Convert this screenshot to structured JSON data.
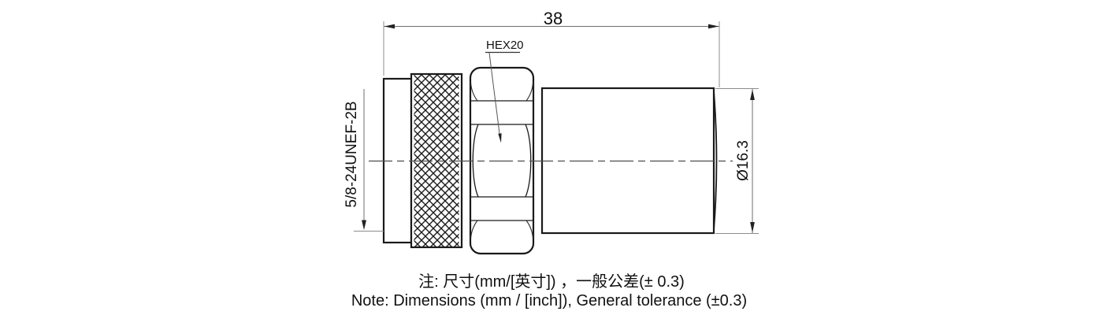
{
  "drawing": {
    "kind": "connector-outline-drawing",
    "dimensions": {
      "overall_length": "38",
      "hex_size": "HEX20",
      "thread_spec": "5/8-24UNEF-2B",
      "body_diameter": "Ø16.3"
    },
    "notes": {
      "zh": "注: 尺寸(mm/[英寸]) ，一般公差(± 0.3)",
      "en": "Note: Dimensions (mm / [inch]), General tolerance (±0.3)"
    },
    "colors": {
      "line": "#1a1a1a",
      "extension_line": "#8c8c8c",
      "dimension_line": "#6e6e6e",
      "text": "#111111",
      "background": "#ffffff"
    }
  }
}
